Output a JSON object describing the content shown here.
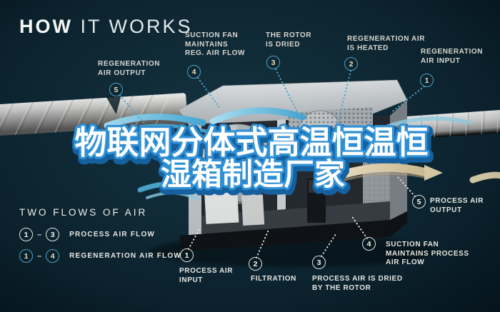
{
  "header": {
    "title_bold": "HOW",
    "title_light": "IT WORKS"
  },
  "overlay": {
    "line1": "物联网分体式高温恒温恒",
    "line2": "湿箱制造厂家"
  },
  "callouts": {
    "regeneration": [
      {
        "num": "1",
        "label": "REGENERATION\nAIR INPUT"
      },
      {
        "num": "2",
        "label": "REGENERATION AIR\nIS HEATED"
      },
      {
        "num": "3",
        "label": "THE ROTOR\nIS DRIED"
      },
      {
        "num": "4",
        "label": "SUCTION FAN\nMAINTAINS\nREG. AIR FLOW"
      },
      {
        "num": "5",
        "label": "REGENERATION\nAIR OUTPUT"
      }
    ],
    "process": [
      {
        "num": "1",
        "label": "PROCESS AIR\nINPUT"
      },
      {
        "num": "2",
        "label": "FILTRATION"
      },
      {
        "num": "3",
        "label": "PROCESS AIR IS DRIED\nBY THE ROTOR"
      },
      {
        "num": "4",
        "label": "SUCTION FAN\nMAINTAINS PROCESS\nAIR FLOW"
      },
      {
        "num": "5",
        "label": "PROCESS AIR\nOUTPUT"
      }
    ]
  },
  "legend": {
    "title": "TWO FLOWS OF AIR",
    "separator": "–",
    "rows": [
      {
        "from": "1",
        "to": "3",
        "label": "PROCESS AIR FLOW"
      },
      {
        "from": "1",
        "to": "4",
        "label": "REGENERATION AIR FLOW"
      }
    ]
  },
  "colors": {
    "background": "#0d2531",
    "accent_blue": "#4da3c8",
    "label_text": "#d9d7cf",
    "badge_number_cream": "#e9e0bd",
    "overlay_fill": "#ffffff",
    "overlay_stroke": "#3090d5",
    "overlay_shadow": "#15619f",
    "heater_orange": "#f28a1f",
    "flow_blue": "#6cc6e8",
    "flow_cream": "#ecdcb2"
  }
}
